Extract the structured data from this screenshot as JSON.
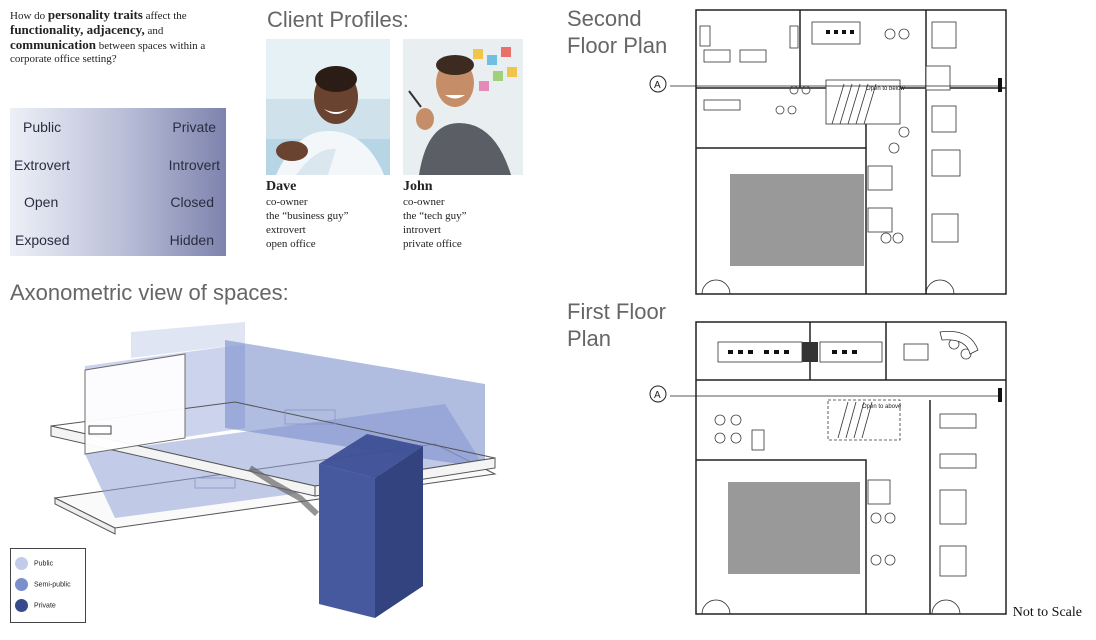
{
  "question": {
    "p1": "How do ",
    "b1": "personality traits",
    "p2": " affect the ",
    "b2": "functionality, adjacency,",
    "p3": " and ",
    "b3": "communication",
    "p4": " between spaces within a corporate office setting?"
  },
  "spectrum": [
    {
      "left": "Public",
      "right": "Private"
    },
    {
      "left": "Extrovert",
      "right": "Introvert"
    },
    {
      "left": "Open",
      "right": "Closed"
    },
    {
      "left": "Exposed",
      "right": "Hidden"
    }
  ],
  "client_title": "Client Profiles:",
  "clients": [
    {
      "name": "Dave",
      "lines": [
        "co-owner",
        "the “business guy”",
        "extrovert",
        "open office"
      ]
    },
    {
      "name": "John",
      "lines": [
        "co-owner",
        "the “tech guy”",
        "introvert",
        "private office"
      ]
    }
  ],
  "axo_title": "Axonometric view of spaces:",
  "legend": [
    {
      "label": "Public",
      "color": "#c3cbea"
    },
    {
      "label": "Semi-public",
      "color": "#7b8fcc"
    },
    {
      "label": "Private",
      "color": "#394a8c"
    }
  ],
  "second_floor": {
    "line1": "Second",
    "line2": "Floor Plan",
    "marker": "A",
    "note": "Open to below"
  },
  "first_floor": {
    "line1": "First Floor",
    "line2": "Plan",
    "marker": "A",
    "note": "Open to above"
  },
  "scale_note": "Not to Scale"
}
